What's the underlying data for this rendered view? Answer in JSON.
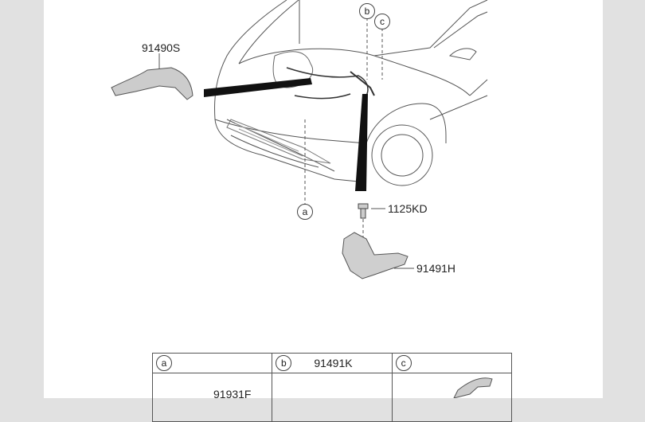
{
  "diagram": {
    "part_labels": {
      "harness_cover_left": "91490S",
      "bolt": "1125KD",
      "bracket": "91491H"
    },
    "callouts": [
      "a",
      "b",
      "c"
    ]
  },
  "parts_table": {
    "columns": [
      {
        "callout": "a",
        "code": "",
        "body_code": "91931F"
      },
      {
        "callout": "b",
        "code": "91491K",
        "body_code": ""
      },
      {
        "callout": "c",
        "code": "",
        "body_code": ""
      }
    ]
  }
}
